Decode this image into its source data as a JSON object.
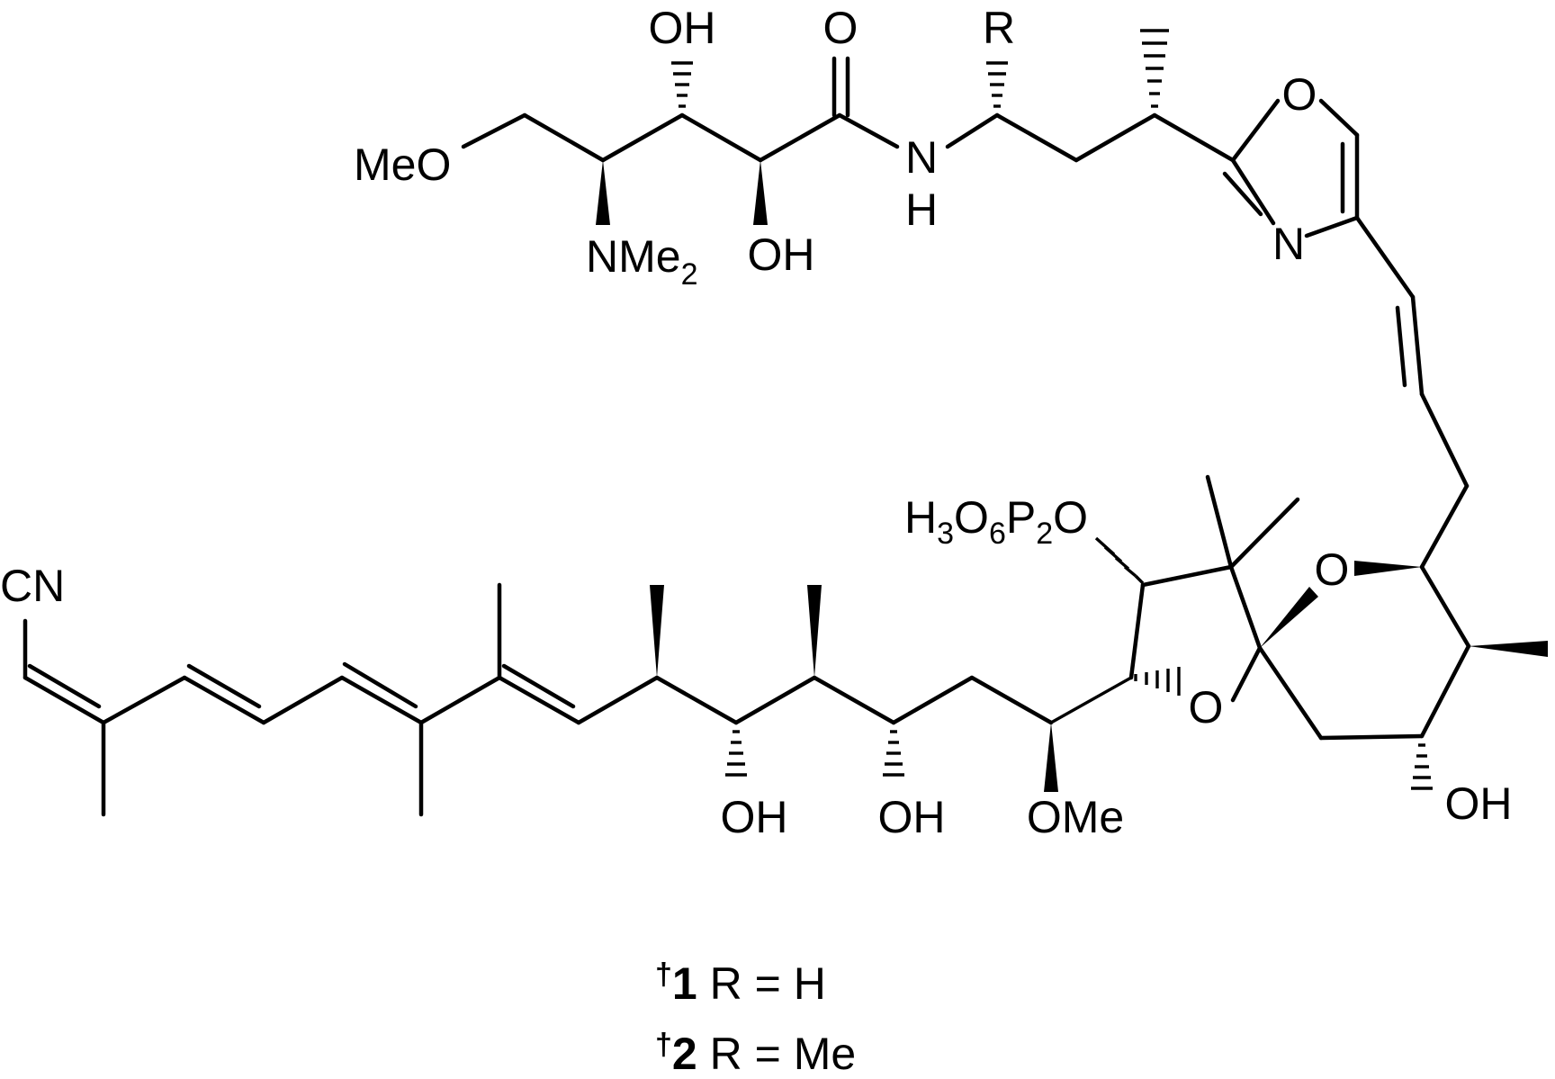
{
  "structure": {
    "atom_labels": {
      "oh_top": "OH",
      "o_carbonyl": "O",
      "r_group": "R",
      "meo": "MeO",
      "n_amide": "N",
      "h_amide": "H",
      "nme2_n": "NMe",
      "nme2_sub": "2",
      "oh_mid": "OH",
      "o_oxazole": "O",
      "n_oxazole": "N",
      "cn": "CN",
      "h3": "H",
      "sub_3": "3",
      "o_6": "O",
      "sub_6": "6",
      "p_2": "P",
      "sub_2": "2",
      "o_phos": "O",
      "o_pyran": "O",
      "o_thf": "O",
      "oh_c1": "OH",
      "oh_c2": "OH",
      "ome": "OMe",
      "oh_ring": "OH"
    }
  },
  "caption": {
    "compound_1": {
      "dagger": "†",
      "number": "1",
      "text": " R = H"
    },
    "compound_2": {
      "dagger": "†",
      "number": "2",
      "text": " R = Me"
    }
  }
}
